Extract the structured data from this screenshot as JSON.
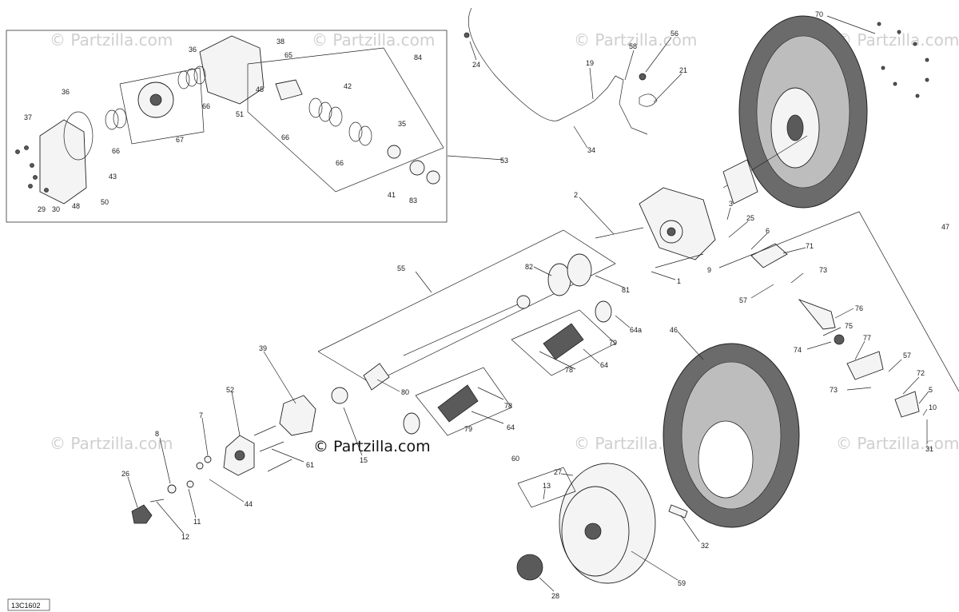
{
  "watermarks": {
    "brand": "© Partzilla.com",
    "main": "© Partzilla.com"
  },
  "diagram_code": "13C1602",
  "colors": {
    "line": "#222222",
    "tire": "#6b6b6b",
    "watermark": "#cfcfcf"
  },
  "callouts": [
    {
      "id": "70",
      "label": "70"
    },
    {
      "id": "56",
      "label": "56"
    },
    {
      "id": "58",
      "label": "58"
    },
    {
      "id": "24",
      "label": "24"
    },
    {
      "id": "19",
      "label": "19"
    },
    {
      "id": "21",
      "label": "21"
    },
    {
      "id": "34",
      "label": "34"
    },
    {
      "id": "38",
      "label": "38"
    },
    {
      "id": "36a",
      "label": "36"
    },
    {
      "id": "65",
      "label": "65"
    },
    {
      "id": "84",
      "label": "84"
    },
    {
      "id": "36b",
      "label": "36"
    },
    {
      "id": "42",
      "label": "42"
    },
    {
      "id": "45",
      "label": "45"
    },
    {
      "id": "37",
      "label": "37"
    },
    {
      "id": "66a",
      "label": "66"
    },
    {
      "id": "51",
      "label": "51"
    },
    {
      "id": "66b",
      "label": "66"
    },
    {
      "id": "35",
      "label": "35"
    },
    {
      "id": "67",
      "label": "67"
    },
    {
      "id": "66c",
      "label": "66"
    },
    {
      "id": "66d",
      "label": "66"
    },
    {
      "id": "43",
      "label": "43"
    },
    {
      "id": "53",
      "label": "53"
    },
    {
      "id": "50",
      "label": "50"
    },
    {
      "id": "29",
      "label": "29"
    },
    {
      "id": "30",
      "label": "30"
    },
    {
      "id": "48",
      "label": "48"
    },
    {
      "id": "41",
      "label": "41"
    },
    {
      "id": "83",
      "label": "83"
    },
    {
      "id": "2",
      "label": "2"
    },
    {
      "id": "3",
      "label": "3"
    },
    {
      "id": "25",
      "label": "25"
    },
    {
      "id": "6",
      "label": "6"
    },
    {
      "id": "47",
      "label": "47"
    },
    {
      "id": "71",
      "label": "71"
    },
    {
      "id": "9",
      "label": "9"
    },
    {
      "id": "55",
      "label": "55"
    },
    {
      "id": "82",
      "label": "82"
    },
    {
      "id": "1",
      "label": "1"
    },
    {
      "id": "73a",
      "label": "73"
    },
    {
      "id": "81",
      "label": "81"
    },
    {
      "id": "57a",
      "label": "57"
    },
    {
      "id": "76",
      "label": "76"
    },
    {
      "id": "64a",
      "label": "64a"
    },
    {
      "id": "46",
      "label": "46"
    },
    {
      "id": "75",
      "label": "75"
    },
    {
      "id": "79a",
      "label": "79"
    },
    {
      "id": "77",
      "label": "77"
    },
    {
      "id": "74",
      "label": "74"
    },
    {
      "id": "39",
      "label": "39"
    },
    {
      "id": "78a",
      "label": "78"
    },
    {
      "id": "64b",
      "label": "64"
    },
    {
      "id": "57b",
      "label": "57"
    },
    {
      "id": "80",
      "label": "80"
    },
    {
      "id": "72",
      "label": "72"
    },
    {
      "id": "52",
      "label": "52"
    },
    {
      "id": "78b",
      "label": "78"
    },
    {
      "id": "73b",
      "label": "73"
    },
    {
      "id": "5",
      "label": "5"
    },
    {
      "id": "10",
      "label": "10"
    },
    {
      "id": "7",
      "label": "7"
    },
    {
      "id": "64c",
      "label": "64"
    },
    {
      "id": "79b",
      "label": "79"
    },
    {
      "id": "8",
      "label": "8"
    },
    {
      "id": "15",
      "label": "15"
    },
    {
      "id": "61",
      "label": "61"
    },
    {
      "id": "31",
      "label": "31"
    },
    {
      "id": "60",
      "label": "60"
    },
    {
      "id": "27",
      "label": "27"
    },
    {
      "id": "26",
      "label": "26"
    },
    {
      "id": "13",
      "label": "13"
    },
    {
      "id": "44",
      "label": "44"
    },
    {
      "id": "11",
      "label": "11"
    },
    {
      "id": "32",
      "label": "32"
    },
    {
      "id": "12",
      "label": "12"
    },
    {
      "id": "59",
      "label": "59"
    },
    {
      "id": "28",
      "label": "28"
    }
  ]
}
